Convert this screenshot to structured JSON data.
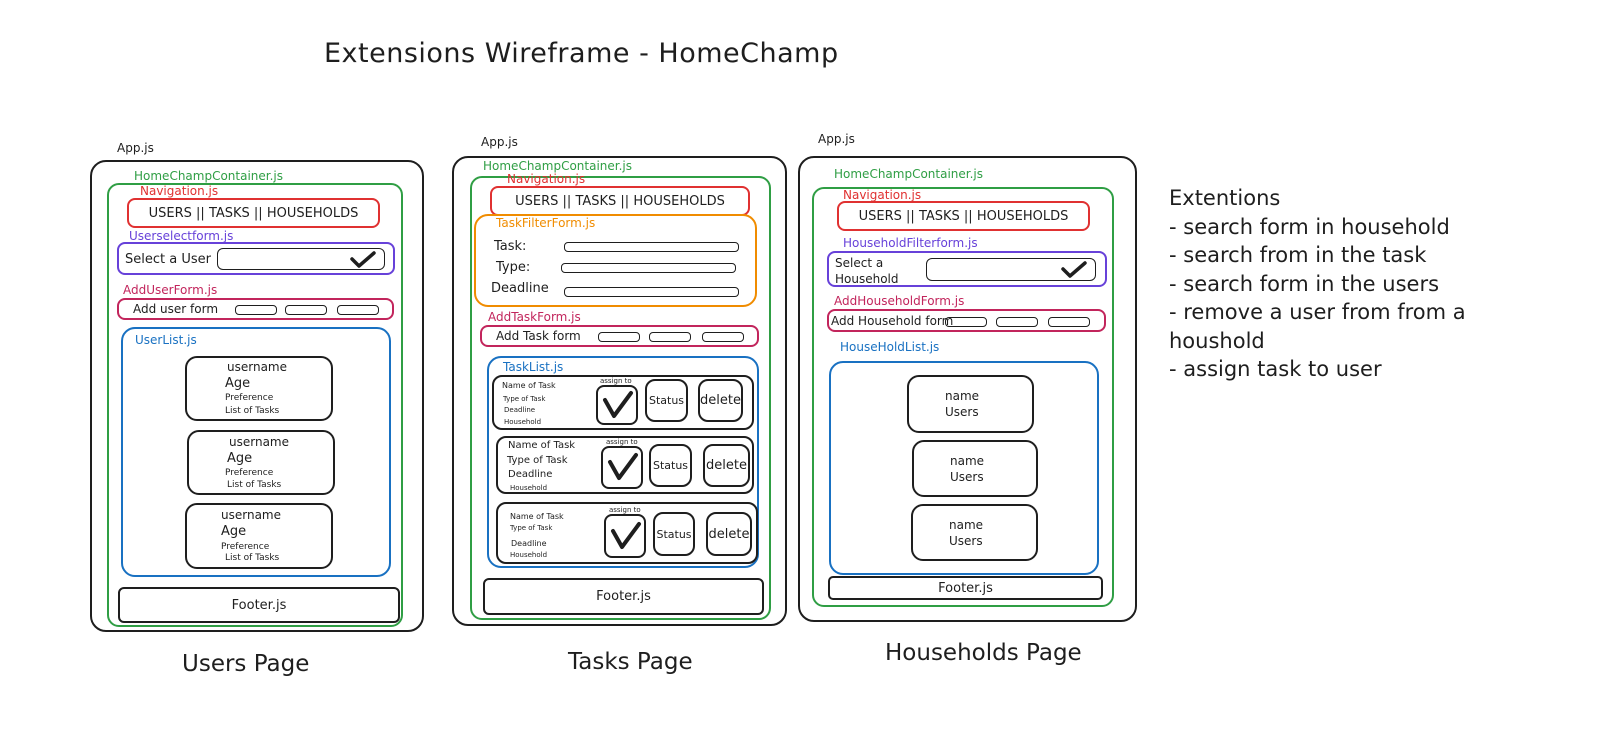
{
  "title": "Extensions Wireframe - HomeChamp",
  "common": {
    "app": "App.js",
    "container": "HomeChampContainer.js",
    "navigation": "Navigation.js",
    "nav_items": "USERS || TASKS || HOUSEHOLDS",
    "footer": "Footer.js"
  },
  "users_page": {
    "label": "Users Page",
    "userselect_form": "Userselectform.js",
    "select_user": "Select a User",
    "adduser_form": "AddUserForm.js",
    "add_user_form": "Add user form",
    "userlist": "UserList.js",
    "card": {
      "username": "username",
      "age": "Age",
      "preference": "Preference",
      "list_of_tasks": "List of Tasks"
    }
  },
  "tasks_page": {
    "label": "Tasks Page",
    "taskfilter_form": "TaskFilterForm.js",
    "task_label": "Task:",
    "type_label": "Type:",
    "deadline_label": "Deadline",
    "addtask_form": "AddTaskForm.js",
    "add_task_form": "Add Task form",
    "tasklist": "TaskList.js",
    "item": {
      "name_of_task": "Name of Task",
      "type_of_task": "Type of Task",
      "deadline": "Deadline",
      "household": "Household",
      "assign_to": "assign to",
      "status": "Status",
      "delete": "delete"
    }
  },
  "households_page": {
    "label": "Households Page",
    "householdfilter_form": "HouseholdFilterform.js",
    "select_a": "Select a",
    "household": "Household",
    "addhousehold_form": "AddHouseholdForm.js",
    "add_household_form": "Add Household form",
    "householdlist": "HouseHoldList.js",
    "card": {
      "name": "name",
      "users": "Users"
    }
  },
  "extensions": {
    "heading": "Extentions",
    "items": [
      "- search form in household",
      "- search from in the task",
      "- search form in the users",
      "- remove a user from from a",
      "houshold",
      "- assign task to user"
    ]
  },
  "colors": {
    "black": "#1e1e1e",
    "green": "#2f9e44",
    "red": "#e03131",
    "magenta": "#c2255c",
    "purple": "#6741d9",
    "blue": "#1971c2",
    "orange": "#f08c00"
  }
}
